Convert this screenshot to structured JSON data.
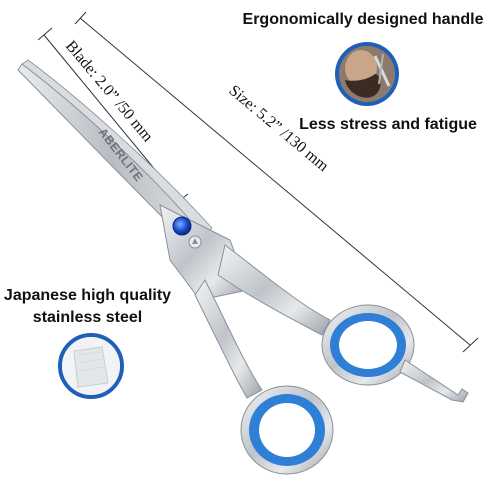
{
  "features": {
    "handle_title": "Ergonomically designed handle",
    "handle_benefit": "Less stress and fatigue",
    "steel_line1": "Japanese high quality",
    "steel_line2": "stainless steel"
  },
  "dimensions": {
    "blade_label": "Blade: 2.0”  /50 mm",
    "size_label": "Size: 5.2”  /130 mm"
  },
  "product": {
    "brand": "ABERLITE"
  },
  "colors": {
    "accent_blue": "#1f5fb8",
    "ring_blue": "#2f7fd6",
    "steel": "#c8ccd2"
  },
  "icons": {
    "handle_demo": "beard-trim-photo-icon",
    "steel_sample": "steel-texture-icon",
    "tension_screw": "blue-jewel-screw-icon"
  }
}
